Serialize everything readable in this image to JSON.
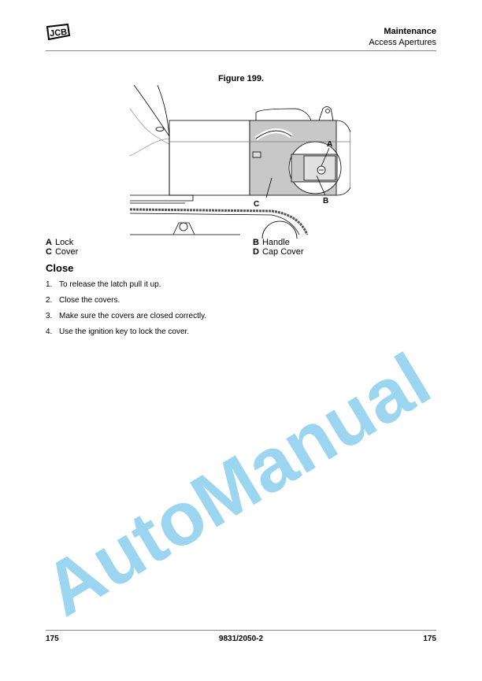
{
  "header": {
    "logo_text": "JCB",
    "section": "Maintenance",
    "subsection": "Access Apertures"
  },
  "figure": {
    "title": "Figure 199.",
    "callouts": [
      "A",
      "B",
      "C"
    ]
  },
  "legend": [
    {
      "key": "A",
      "label": "Lock"
    },
    {
      "key": "B",
      "label": "Handle"
    },
    {
      "key": "C",
      "label": "Cover"
    },
    {
      "key": "D",
      "label": "Cap Cover"
    }
  ],
  "section": {
    "heading": "Close",
    "steps": [
      {
        "n": "1.",
        "text": "To release the latch pull it up."
      },
      {
        "n": "2.",
        "text": "Close the covers."
      },
      {
        "n": "3.",
        "text": "Make sure the covers are closed correctly."
      },
      {
        "n": "4.",
        "text": "Use the ignition key to lock the cover."
      }
    ]
  },
  "watermark": "AutoManual",
  "footer": {
    "page_left": "175",
    "doc_number": "9831/2050-2",
    "page_right": "175"
  }
}
